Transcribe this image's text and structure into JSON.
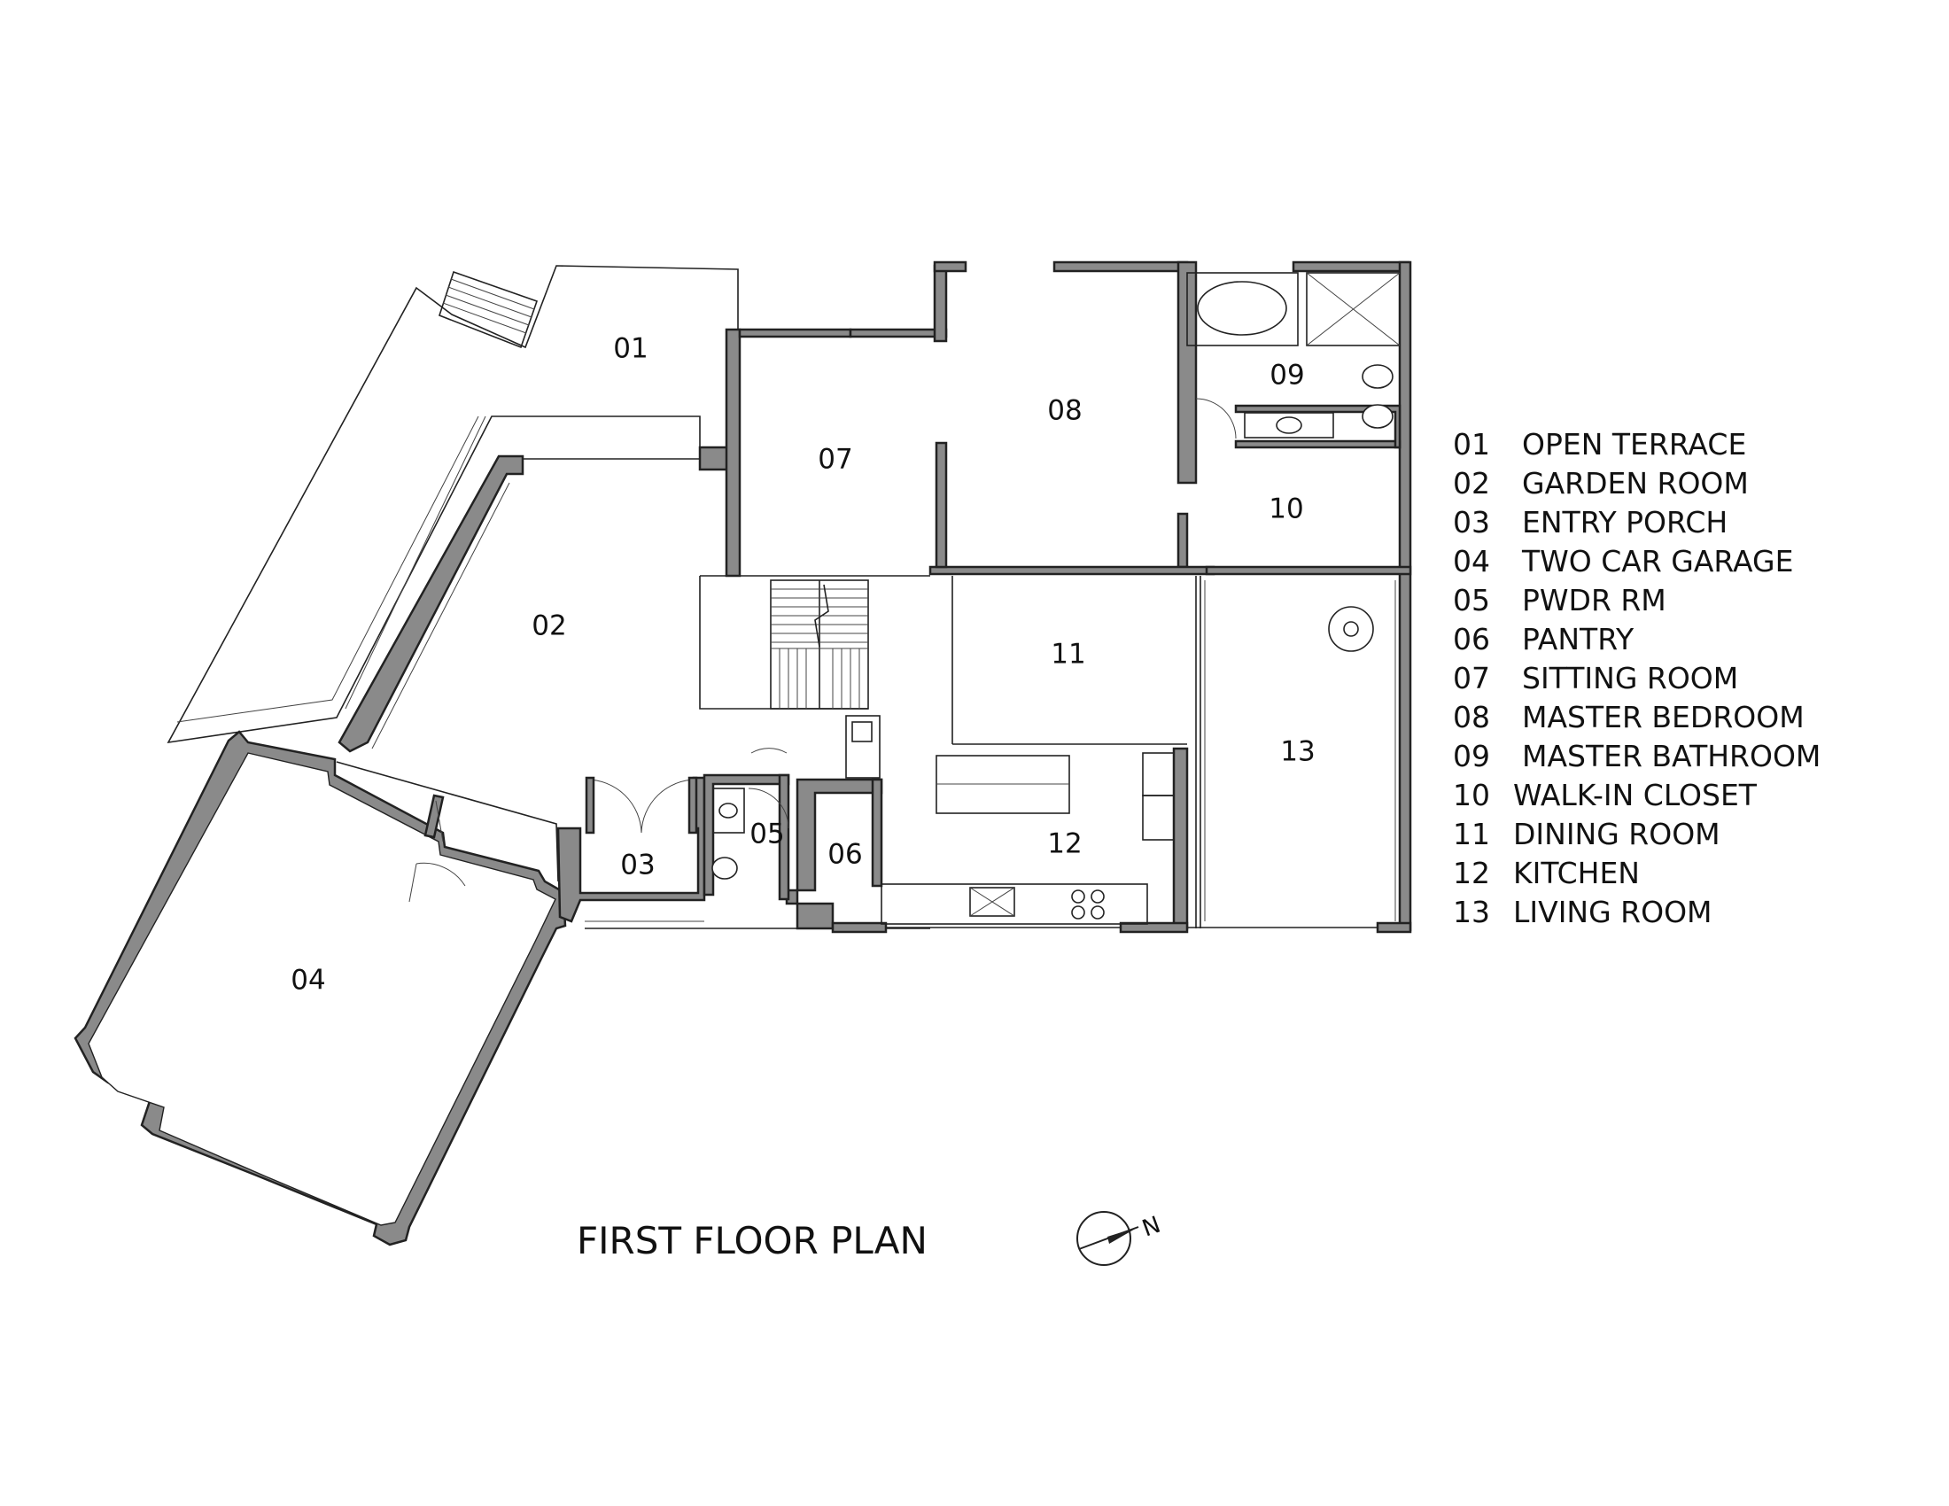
{
  "title": "FIRST FLOOR PLAN",
  "north_label": "N",
  "rooms": [
    {
      "num": "01",
      "name": "OPEN TERRACE"
    },
    {
      "num": "02",
      "name": "GARDEN ROOM"
    },
    {
      "num": "03",
      "name": "ENTRY PORCH"
    },
    {
      "num": "04",
      "name": "TWO CAR GARAGE"
    },
    {
      "num": "05",
      "name": "PWDR RM"
    },
    {
      "num": "06",
      "name": "PANTRY"
    },
    {
      "num": "07",
      "name": "SITTING ROOM"
    },
    {
      "num": "08",
      "name": "MASTER BEDROOM"
    },
    {
      "num": "09",
      "name": "MASTER BATHROOM"
    },
    {
      "num": "10",
      "name": "WALK-IN CLOSET"
    },
    {
      "num": "11",
      "name": "DINING ROOM"
    },
    {
      "num": "12",
      "name": "KITCHEN"
    },
    {
      "num": "13",
      "name": "LIVING ROOM"
    }
  ]
}
